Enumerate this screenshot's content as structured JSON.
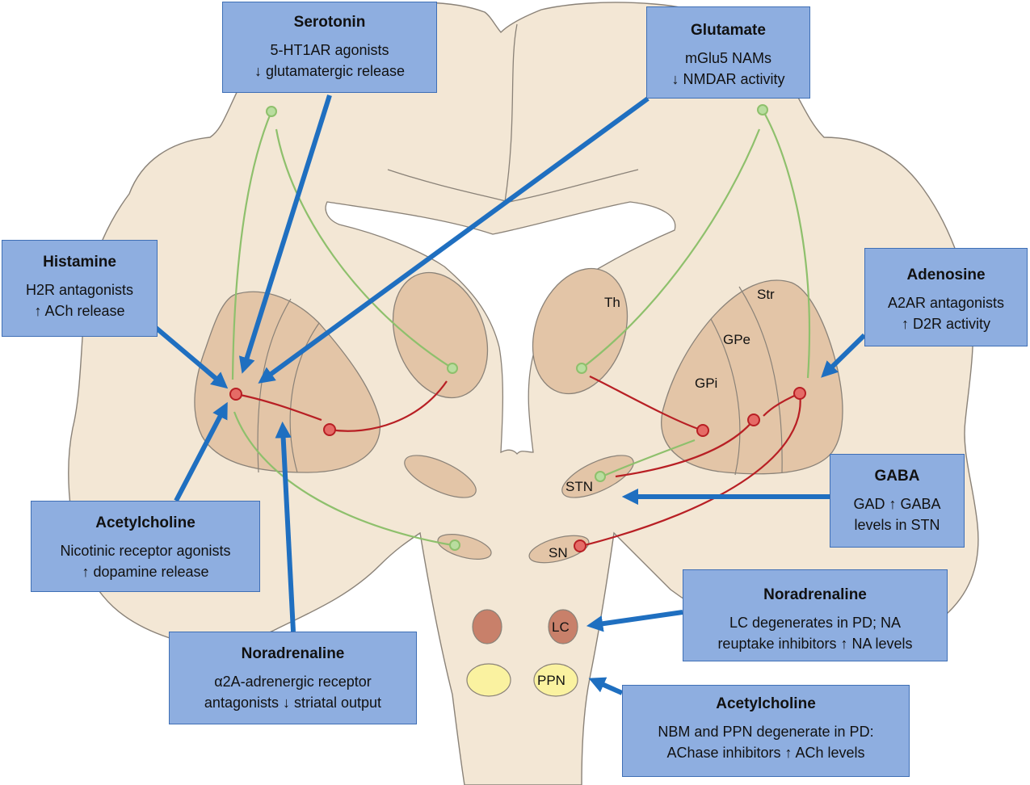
{
  "colors": {
    "brain_fill": "#f3e7d5",
    "brain_outline": "#8a8278",
    "nucleus_fill": "#e3c5a7",
    "green_pathway": "#8ec06c",
    "red_pathway": "#b81f24",
    "arrow_blue": "#1f6fc0",
    "box_fill": "#8eaee0",
    "lc_fill": "#c8806a",
    "ppn_fill": "#faf2a0"
  },
  "region_labels": {
    "th": "Th",
    "str": "Str",
    "gpe": "GPe",
    "gpi": "GPi",
    "stn": "STN",
    "sn": "SN",
    "lc": "LC",
    "ppn": "PPN"
  },
  "boxes": {
    "serotonin": {
      "title": "Serotonin",
      "lines": [
        "5-HT1AR agonists",
        "↓ glutamatergic release"
      ]
    },
    "glutamate": {
      "title": "Glutamate",
      "lines": [
        "mGlu5 NAMs",
        "↓ NMDAR activity"
      ]
    },
    "histamine": {
      "title": "Histamine",
      "lines": [
        "H2R antagonists",
        "↑ ACh release"
      ]
    },
    "adenosine": {
      "title": "Adenosine",
      "lines": [
        "A2AR antagonists",
        "↑ D2R activity"
      ]
    },
    "acetylcholine_left": {
      "title": "Acetylcholine",
      "lines": [
        "Nicotinic receptor agonists",
        "↑ dopamine release"
      ]
    },
    "gaba": {
      "title": "GABA",
      "lines": [
        "GAD ↑ GABA",
        "levels in STN"
      ]
    },
    "noradrenaline_right": {
      "title": "Noradrenaline",
      "lines": [
        "LC degenerates in PD; NA",
        "reuptake inhibitors ↑ NA levels"
      ]
    },
    "noradrenaline_left": {
      "title": "Noradrenaline",
      "lines": [
        "α2A-adrenergic receptor",
        "antagonists ↓ striatal output"
      ]
    },
    "acetylcholine_right": {
      "title": "Acetylcholine",
      "lines": [
        "NBM and PPN degenerate in PD:",
        "AChase inhibitors ↑ ACh levels"
      ]
    }
  }
}
